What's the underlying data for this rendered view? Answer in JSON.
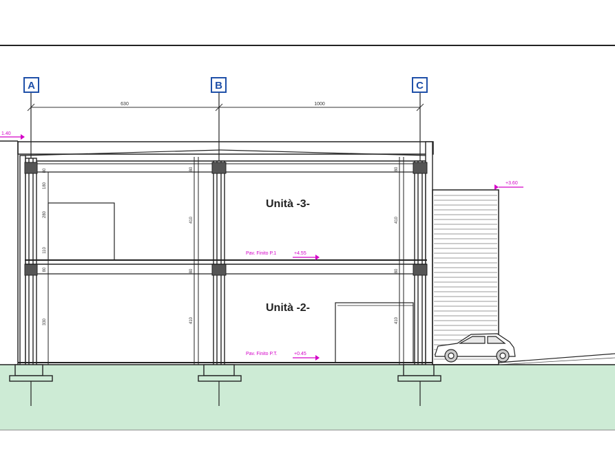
{
  "grid_axes": [
    {
      "key": "a",
      "label": "A"
    },
    {
      "key": "b",
      "label": "B"
    },
    {
      "key": "c",
      "label": "C"
    }
  ],
  "dimensions": {
    "span_ab": "630",
    "span_bc": "1000",
    "storey_height": "410",
    "col_a": [
      "80",
      "180",
      "280",
      "110",
      "80",
      "330"
    ],
    "col_c": [
      "80",
      "410",
      "410"
    ]
  },
  "units": {
    "upper": "Unità -3-",
    "lower": "Unità -2-"
  },
  "levels": {
    "left_top": "1.40",
    "right_annex": "+3.60",
    "first_floor": "Pav. Finito P.1",
    "first_floor_value": "+4.55",
    "ground_floor": "Pav. Finito P.T.",
    "ground_floor_value": "+0.45"
  },
  "colors": {
    "ground": "#cdebd5",
    "grid_axis": "#1e4fa8",
    "level_marker": "#d400c8",
    "structure": "#222222"
  }
}
